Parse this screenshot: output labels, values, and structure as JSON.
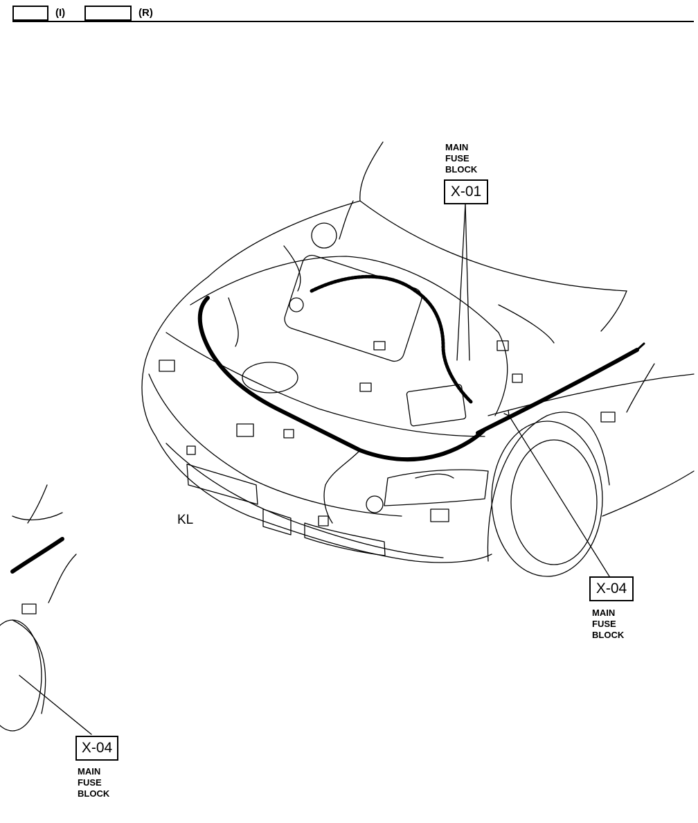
{
  "header": {
    "marker_left": "(I)",
    "marker_right": "(R)"
  },
  "view_label": "KL",
  "connectors": [
    {
      "code": "X-01",
      "caption": [
        "MAIN",
        "FUSE",
        "BLOCK"
      ]
    },
    {
      "code": "X-04",
      "caption": [
        "MAIN",
        "FUSE",
        "BLOCK"
      ]
    },
    {
      "code": "X-04",
      "caption": [
        "MAIN",
        "FUSE",
        "BLOCK"
      ]
    }
  ],
  "colors": {
    "ink": "#000000",
    "paper": "#ffffff"
  }
}
